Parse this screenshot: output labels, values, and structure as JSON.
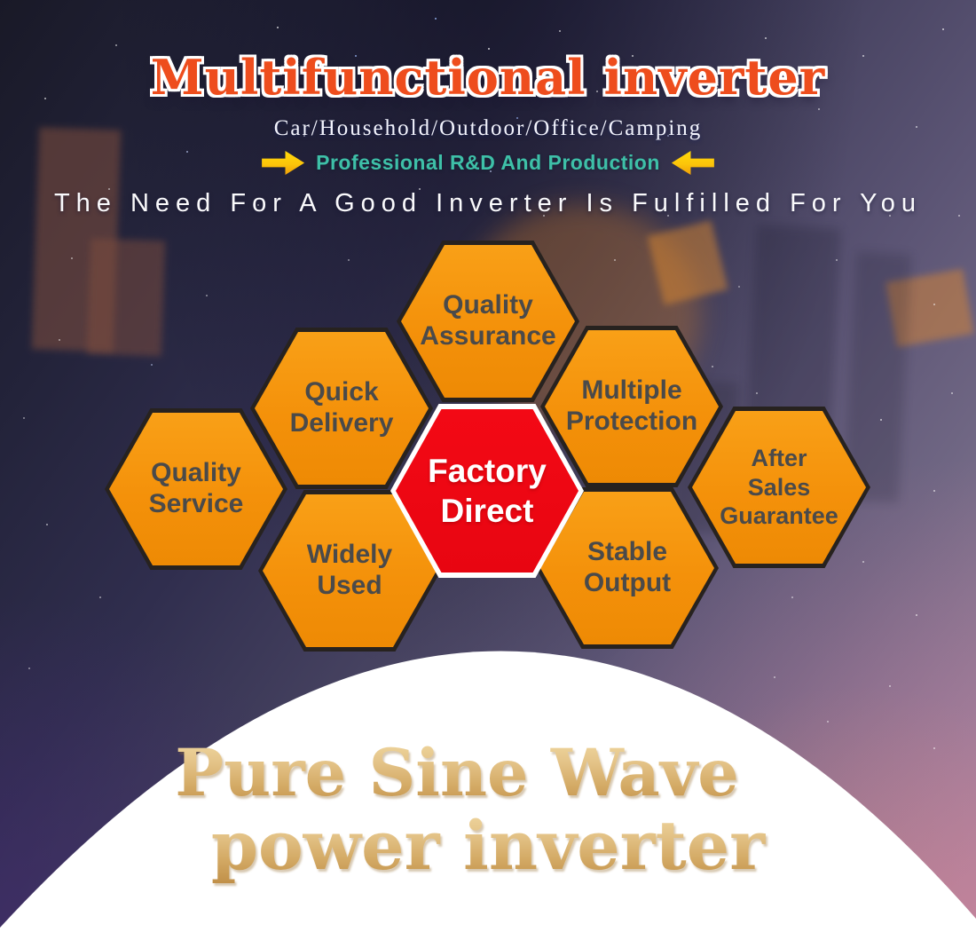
{
  "header": {
    "title": "Multifunctional inverter",
    "subtitle": "Car/Household/Outdoor/Office/Camping",
    "tagline": "Professional R&D And Production",
    "slogan": "The Need For A Good Inverter Is Fulfilled For You"
  },
  "honeycomb": {
    "center": {
      "label": "Factory\nDirect"
    },
    "cells": [
      {
        "id": "quality-assurance",
        "label": "Quality\nAssurance"
      },
      {
        "id": "quick-delivery",
        "label": "Quick\nDelivery"
      },
      {
        "id": "multiple-protection",
        "label": "Multiple\nProtection"
      },
      {
        "id": "quality-service",
        "label": "Quality\nService"
      },
      {
        "id": "after-sales-guarantee",
        "label": "After\nSales\nGuarantee"
      },
      {
        "id": "widely-used",
        "label": "Widely\nUsed"
      },
      {
        "id": "stable-output",
        "label": "Stable\nOutput"
      }
    ]
  },
  "footer": {
    "line1": "Pure Sine Wave",
    "line2": "power inverter"
  },
  "icons": {
    "left_arrow": "arrow-right-icon",
    "right_arrow": "arrow-left-icon"
  },
  "colors": {
    "title": "#ee4d1d",
    "tagline": "#3ec0a8",
    "arrow_yellow": "#ffd90a",
    "hex_fill": "#f4910a",
    "hex_border": "#27221f",
    "hex_text": "#4a4a4a",
    "center_hex_fill": "#ec0712",
    "center_hex_border": "#ffffff",
    "gold_light": "#f2dba5",
    "gold_dark": "#bf8e46",
    "background_top": "#1c1c2f",
    "background_bottom_right": "#a18da2"
  }
}
